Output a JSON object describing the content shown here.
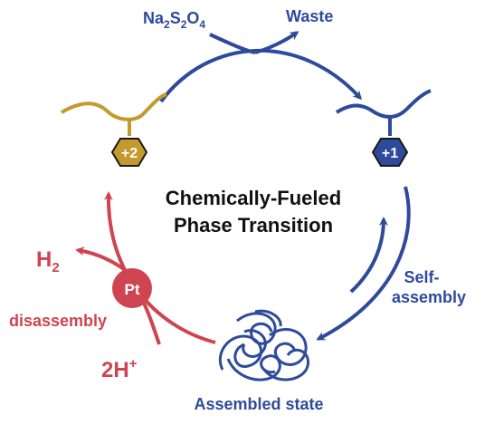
{
  "colors": {
    "blue": "#2e4a9b",
    "red": "#cf4451",
    "gold": "#c49a2d",
    "text_dark": "#111111"
  },
  "title": {
    "line1": "Chemically-Fueled",
    "line2": "Phase Transition"
  },
  "reagents": {
    "reductant_main": "Na",
    "reductant_sub1": "2",
    "reductant_mid": "S",
    "reductant_sub2": "2",
    "reductant_mid2": "O",
    "reductant_sub3": "4",
    "waste": "Waste"
  },
  "states": {
    "oxidized_charge": "+2",
    "reduced_charge": "+1"
  },
  "self_assembly": {
    "line1": "Self-",
    "line2": "assembly"
  },
  "assembled_label": "Assembled state",
  "catalyst": {
    "metal": "Pt",
    "product_main": "H",
    "product_sub": "2",
    "proton_main": "2H",
    "proton_sup": "+",
    "disassembly": "disassembly"
  },
  "icons": [
    "hexagon-charge-icon",
    "platinum-catalyst-icon",
    "aggregate-tangle-icon",
    "arrow-icon"
  ]
}
